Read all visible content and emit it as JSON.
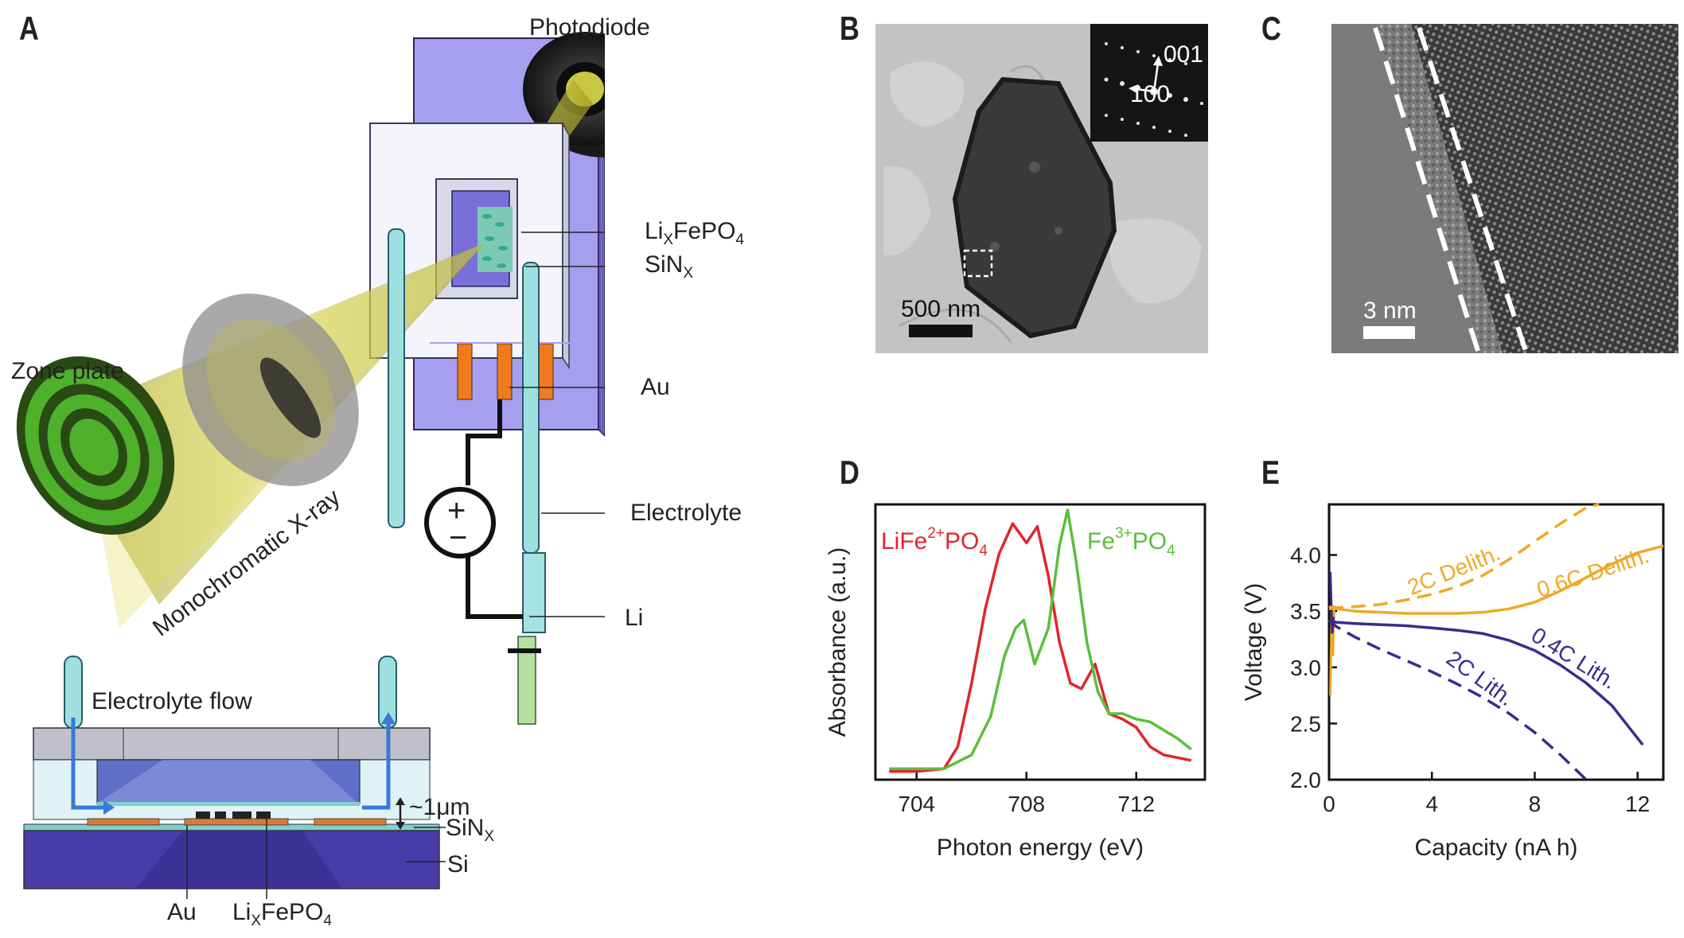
{
  "panels": {
    "A": {
      "letter": "A",
      "labels": {
        "photodiode": "Photodiode",
        "material_base": "Li",
        "material_sub": "X",
        "material_rest": "FePO",
        "material_sub2": "4",
        "sinx_base": "SiN",
        "sinx_sub": "X",
        "au": "Au",
        "electrolyte": "Electrolyte",
        "li": "Li",
        "zone_plate": "Zone plate",
        "xray": "Monochromatic X-ray",
        "electrolyte_flow": "Electrolyte flow",
        "gap": "~1μm",
        "si": "Si",
        "au_bottom": "Au",
        "plus": "+",
        "minus": "−"
      }
    },
    "B": {
      "letter": "B",
      "scalebar": "500 nm",
      "diffraction_1": "001",
      "diffraction_2": "100"
    },
    "C": {
      "letter": "C",
      "scalebar": "3 nm"
    },
    "D": {
      "letter": "D",
      "xlabel": "Photon energy (eV)",
      "ylabel": "Absorbance (a.u.)",
      "legend_red_a": "LiFe",
      "legend_red_sup": "2+",
      "legend_red_b": "PO",
      "legend_red_sub": "4",
      "legend_green_a": "Fe",
      "legend_green_sup": "3+",
      "legend_green_b": "PO",
      "legend_green_sub": "4"
    },
    "E": {
      "letter": "E",
      "xlabel": "Capacity (nA h)",
      "ylabel": "Voltage (V)",
      "labels": [
        "2C Delith.",
        "0.6C Delith.",
        "0.4C Lith.",
        "2C Lith."
      ]
    }
  },
  "colors": {
    "red": "#e0252e",
    "green": "#5abf3a",
    "orange": "#f0a824",
    "purple": "#3d2a8c"
  },
  "chart_data": [
    {
      "type": "line",
      "panel": "D",
      "xlabel": "Photon energy (eV)",
      "ylabel": "Absorbance (a.u.)",
      "xlim": [
        702.5,
        714.5
      ],
      "ylim": [
        0,
        1
      ],
      "xticks": [
        704,
        708,
        712
      ],
      "series": [
        {
          "name": "LiFe2+PO4",
          "color": "#e0252e",
          "x": [
            703.0,
            704.0,
            705.0,
            705.5,
            706.0,
            706.5,
            707.0,
            707.5,
            708.0,
            708.4,
            708.8,
            709.2,
            709.6,
            710.0,
            710.5,
            711.0,
            711.5,
            712.0,
            712.5,
            713.0,
            713.5,
            714.0
          ],
          "y": [
            0.03,
            0.03,
            0.04,
            0.12,
            0.35,
            0.62,
            0.82,
            0.93,
            0.86,
            0.92,
            0.74,
            0.5,
            0.35,
            0.33,
            0.42,
            0.24,
            0.22,
            0.19,
            0.12,
            0.09,
            0.08,
            0.07
          ]
        },
        {
          "name": "Fe3+PO4",
          "color": "#5abf3a",
          "x": [
            703.0,
            704.0,
            705.0,
            706.0,
            706.7,
            707.2,
            707.6,
            707.9,
            708.3,
            708.8,
            709.2,
            709.5,
            709.8,
            710.2,
            710.6,
            711.0,
            711.5,
            712.0,
            712.5,
            713.0,
            713.5,
            714.0
          ],
          "y": [
            0.04,
            0.04,
            0.04,
            0.09,
            0.23,
            0.45,
            0.55,
            0.58,
            0.42,
            0.55,
            0.85,
            0.98,
            0.8,
            0.5,
            0.32,
            0.24,
            0.24,
            0.22,
            0.21,
            0.18,
            0.15,
            0.11
          ]
        }
      ]
    },
    {
      "type": "line",
      "panel": "E",
      "xlabel": "Capacity (nA h)",
      "ylabel": "Voltage (V)",
      "xlim": [
        0,
        13
      ],
      "ylim": [
        2.0,
        4.45
      ],
      "xticks": [
        0,
        4,
        8,
        12
      ],
      "yticks": [
        2.0,
        2.5,
        3.0,
        3.5,
        4.0
      ],
      "series": [
        {
          "name": "2C Delith.",
          "color": "#f0a824",
          "dash": true,
          "x": [
            0,
            0.3,
            1,
            2,
            3,
            4,
            5,
            6,
            7,
            8,
            9,
            10,
            10.5
          ],
          "y": [
            3.52,
            3.53,
            3.54,
            3.56,
            3.6,
            3.65,
            3.72,
            3.82,
            3.96,
            4.12,
            4.28,
            4.42,
            4.45
          ]
        },
        {
          "name": "0.6C Delith.",
          "color": "#f0a824",
          "dash": false,
          "x": [
            0,
            0.3,
            1,
            2,
            3,
            4,
            5,
            6,
            7,
            8,
            9,
            10,
            11,
            12,
            13
          ],
          "y": [
            3.54,
            3.52,
            3.5,
            3.49,
            3.48,
            3.48,
            3.48,
            3.49,
            3.52,
            3.58,
            3.68,
            3.8,
            3.92,
            4.02,
            4.08
          ]
        },
        {
          "name": "0.4C Lith.",
          "color": "#3d2a8c",
          "dash": false,
          "x": [
            0,
            0.3,
            1,
            2,
            3,
            4,
            5,
            6,
            7,
            8,
            9,
            10,
            11,
            12.2
          ],
          "y": [
            3.42,
            3.4,
            3.39,
            3.38,
            3.37,
            3.35,
            3.33,
            3.3,
            3.24,
            3.15,
            3.02,
            2.86,
            2.66,
            2.31
          ]
        },
        {
          "name": "2C Lith.",
          "color": "#3d2a8c",
          "dash": true,
          "x": [
            0,
            0.3,
            1,
            2,
            3,
            4,
            5,
            6,
            7,
            8,
            9,
            10
          ],
          "y": [
            3.42,
            3.36,
            3.27,
            3.16,
            3.06,
            2.96,
            2.85,
            2.73,
            2.59,
            2.42,
            2.22,
            2.0
          ]
        }
      ]
    }
  ]
}
